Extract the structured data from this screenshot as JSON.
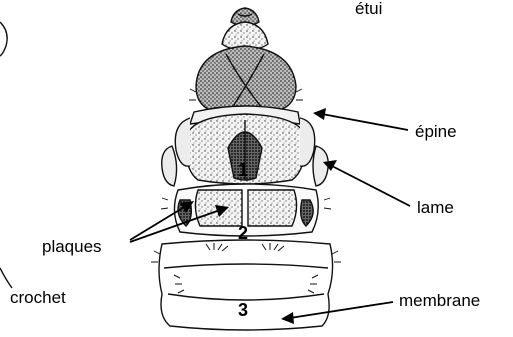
{
  "labels": {
    "etui": "étui",
    "epine": "épine",
    "lame": "lame",
    "plaques": "plaques",
    "crochet": "crochet",
    "membrane": "membrane"
  },
  "segments": {
    "seg1": "1",
    "seg2": "2",
    "seg3": "3"
  }
}
